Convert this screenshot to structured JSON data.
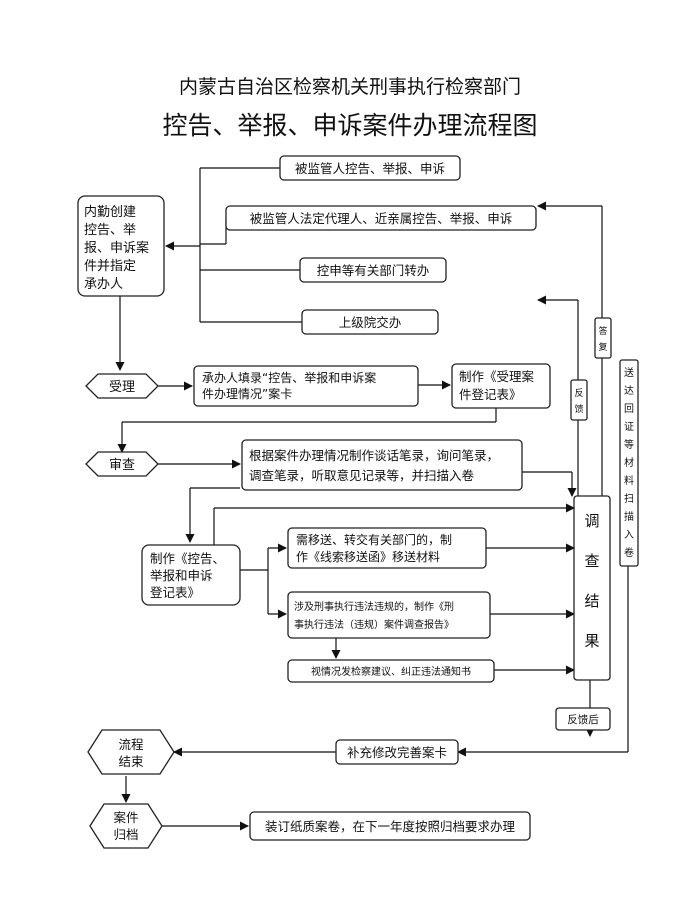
{
  "title_line1": "内蒙古自治区检察机关刑事执行检察部门",
  "title_line2": "控告、举报、申诉案件办理流程图",
  "nodes": {
    "source1": "被监管人控告、举报、申诉",
    "source2": "被监管人法定代理人、近亲属控告、举报、申诉",
    "source3": "控申等有关部门转办",
    "source4": "上级院交办",
    "internal": [
      "内勤创建",
      "控告、举",
      "报、申诉案",
      "件并指定",
      "承办人"
    ],
    "accept": "受理",
    "fill_card": [
      "承办人填录“控告、举报和申诉案",
      "件办理情况”案卡"
    ],
    "make_register": [
      "制作《受理案",
      "件登记表》"
    ],
    "review": "审查",
    "records": [
      "根据案件办理情况制作谈话笔录，询问笔录，",
      "调查笔录，听取意见记录等，并扫描入卷"
    ],
    "make_complaint_form": [
      "制作《控告、",
      "举报和申诉",
      "登记表》"
    ],
    "transfer": [
      "需移送、转交有关部门的，制",
      "作《线索移送函》移送材料"
    ],
    "violation": [
      "涉及刑事执行违法违规的，制作《刑",
      "事执行违法（违规）案件调查报告》"
    ],
    "suggest": "视情况发检察建议、纠正违法通知书",
    "result": [
      "调",
      "查",
      "结",
      "果"
    ],
    "feedback_after": "反馈后",
    "feedback": [
      "反",
      "馈"
    ],
    "reply": [
      "答",
      "复"
    ],
    "deliver": [
      "送",
      "达",
      "回",
      "证",
      "等",
      "材",
      "料",
      "扫",
      "描",
      "入",
      "卷"
    ],
    "supplement": "补充修改完善案卡",
    "flow_end": [
      "流程",
      "结束"
    ],
    "archive": [
      "案件",
      "归档"
    ],
    "bind": "装订纸质案卷，在下一年度按照归档要求办理"
  }
}
